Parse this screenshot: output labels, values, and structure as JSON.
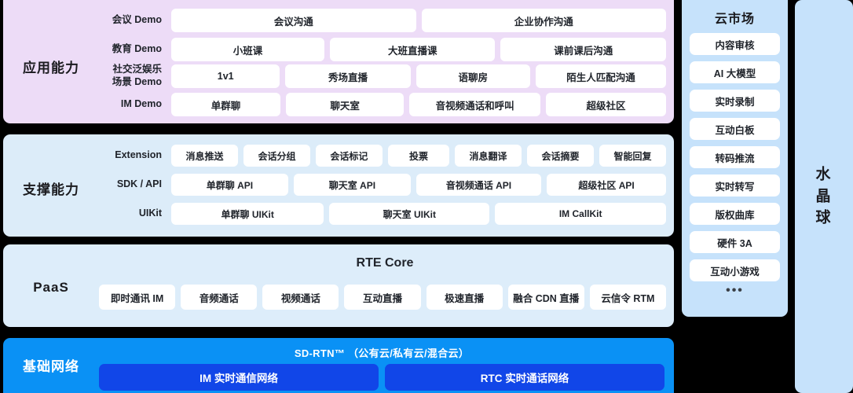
{
  "application": {
    "label": "应用能力",
    "rows": [
      {
        "label": "会议 Demo",
        "cells": [
          {
            "text": "会议沟通",
            "flex": 1
          },
          {
            "text": "企业协作沟通",
            "flex": 1
          }
        ]
      },
      {
        "label": "教育 Demo",
        "cells": [
          {
            "text": "小班课",
            "flex": 1
          },
          {
            "text": "大班直播课",
            "flex": 1.08
          },
          {
            "text": "课前课后沟通",
            "flex": 1.08
          }
        ]
      },
      {
        "label": "社交泛娱乐\n场景 Demo",
        "cells": [
          {
            "text": "1v1",
            "flex": 1
          },
          {
            "text": "秀场直播",
            "flex": 1.15
          },
          {
            "text": "语聊房",
            "flex": 1.05
          },
          {
            "text": "陌生人匹配沟通",
            "flex": 1.2
          }
        ]
      },
      {
        "label": "IM Demo",
        "cells": [
          {
            "text": "单群聊",
            "flex": 1
          },
          {
            "text": "聊天室",
            "flex": 1.08
          },
          {
            "text": "音视频通话和呼叫",
            "flex": 1.2
          },
          {
            "text": "超级社区",
            "flex": 1.1
          }
        ]
      }
    ]
  },
  "support": {
    "label": "支撑能力",
    "rows": [
      {
        "label": "Extension",
        "cells": [
          {
            "text": "消息推送",
            "flex": 1
          },
          {
            "text": "会话分组",
            "flex": 1
          },
          {
            "text": "会话标记",
            "flex": 1
          },
          {
            "text": "投票",
            "flex": 0.92
          },
          {
            "text": "消息翻译",
            "flex": 1
          },
          {
            "text": "会话摘要",
            "flex": 1
          },
          {
            "text": "智能回复",
            "flex": 1
          }
        ]
      },
      {
        "label": "SDK / API",
        "cells": [
          {
            "text": "单群聊 API",
            "flex": 1
          },
          {
            "text": "聊天室 API",
            "flex": 1
          },
          {
            "text": "音视频通话 API",
            "flex": 1.07
          },
          {
            "text": "超级社区 API",
            "flex": 1.02
          }
        ]
      },
      {
        "label": "UIKit",
        "cells": [
          {
            "text": "单群聊 UIKit",
            "flex": 1
          },
          {
            "text": "聊天室 UIKit",
            "flex": 1.05
          },
          {
            "text": "IM CallKit",
            "flex": 1.12
          }
        ]
      }
    ]
  },
  "paas": {
    "label": "PaaS",
    "title": "RTE Core",
    "cells": [
      "即时通讯 IM",
      "音频通话",
      "视频通话",
      "互动直播",
      "极速直播",
      "融合 CDN 直播",
      "云信令 RTM"
    ]
  },
  "network": {
    "label": "基础网络",
    "title": "SD-RTN™ （公有云/私有云/混合云）",
    "cells": [
      "IM 实时通信网络",
      "RTC 实时通话网络"
    ]
  },
  "market": {
    "title": "云市场",
    "items": [
      "内容审核",
      "AI 大模型",
      "实时录制",
      "互动白板",
      "转码推流",
      "实时转写",
      "版权曲库",
      "硬件 3A",
      "互动小游戏"
    ],
    "ellipsis": "•••"
  },
  "crystal": {
    "label": "水\n晶\n球"
  },
  "colors": {
    "application_bg": "#eddcf7",
    "support_bg": "#dcecf9",
    "paas_bg": "#ddedfa",
    "network_bg": "#0a91f5",
    "network_cell": "#1146e8",
    "market_bg": "#c6e2fb",
    "crystal_bg": "#c6e2fb",
    "card_bg": "#ffffff",
    "text": "#20242b",
    "page_bg": "#000000"
  }
}
